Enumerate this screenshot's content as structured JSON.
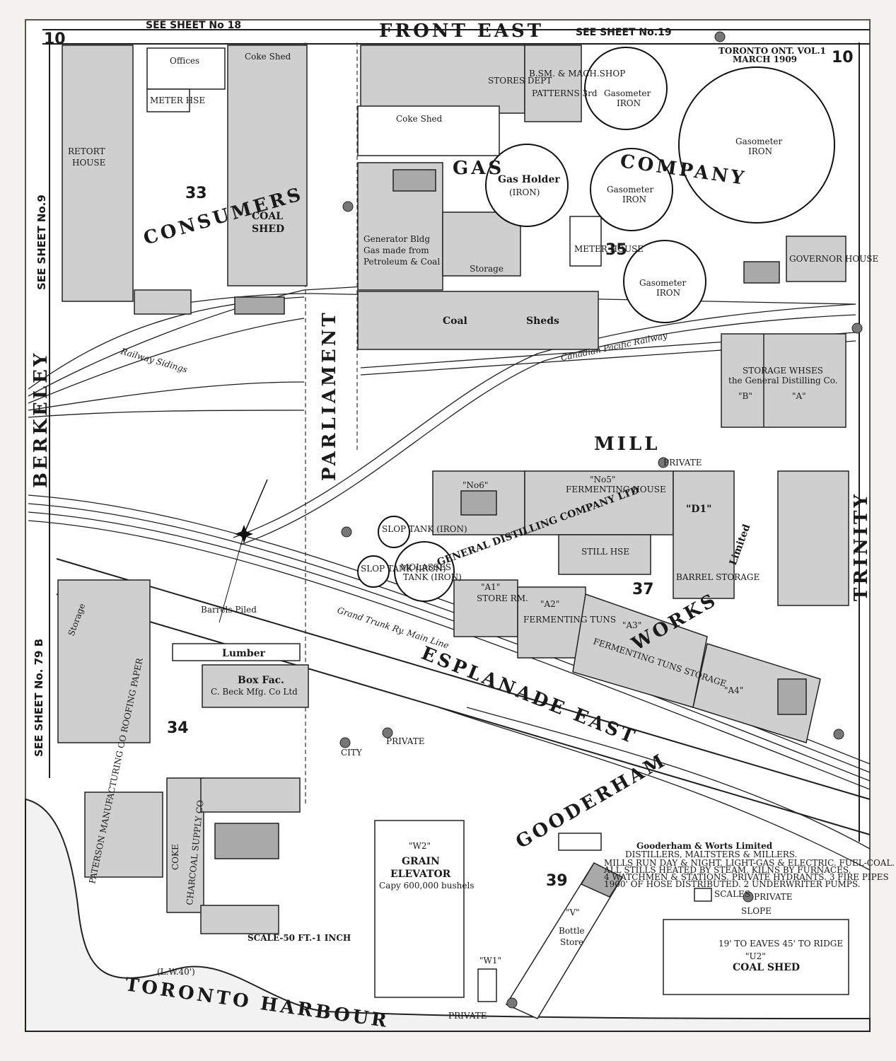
{
  "sheet": {
    "number_left": "10",
    "number_right": "10",
    "see_sheet_top_left": "SEE SHEET No 18",
    "see_sheet_top_right": "SEE SHEET No.19",
    "see_sheet_left": "SEE SHEET No.9",
    "see_sheet_bottom_left": "SEE SHEET No. 79 B",
    "edition_line1": "TORONTO ONT. VOL.1",
    "edition_line2": "MARCH 1909",
    "scale": "SCALE-50 FT.-1 INCH"
  },
  "streets": {
    "front_east": "FRONT EAST",
    "berkeley": "BERKELEY",
    "parliament": "PARLIAMENT",
    "esplanade_east": "ESPLANADE EAST",
    "gooderham": "GOODERHAM",
    "mill": "MILL",
    "trinity": "TRINITY",
    "toronto_harbour": "TORONTO HARBOUR",
    "lw": "(L.W.40')"
  },
  "railways": {
    "railway_sidings": "Railway Sidings",
    "cpr": "Canadian Pacific Railway",
    "gtr": "Grand Trunk Ry. Main Line"
  },
  "blocks": {
    "b33": "33",
    "b34": "34",
    "b35": "35",
    "b37": "37",
    "b39": "39"
  },
  "company": {
    "consumers": "CONSUMERS",
    "gas": "GAS",
    "company": "COMPANY",
    "general_distilling": "GENERAL DISTILLING COMPANY LTD",
    "works": "WORKS",
    "limited": "Limited"
  },
  "buildings": {
    "retort_line1": "RETORT",
    "retort_line2": "HOUSE",
    "coke_shed": "Coke Shed",
    "coal_shed_1": "COAL",
    "coal_shed_2": "SHED",
    "offices": "Offices",
    "meter_hse": "METER HSE",
    "stores_dept": "STORES DEPT",
    "bsm": "B.SM. & MACH.SHOP",
    "patterns": "PATTERNS 3rd",
    "gas_holder_1": "Gas Holder",
    "gas_holder_2": "(IRON)",
    "gasometer": "Gasometer",
    "iron": "IRON",
    "generator_1": "Generator Bldg",
    "generator_2": "Gas made from",
    "generator_3": "Petroleum & Coal",
    "coal_sheds_1": "Coal",
    "coal_sheds_2": "Sheds",
    "storage": "Storage",
    "meter_house": "METER HOUSE",
    "governor_house": "GOVERNOR HOUSE",
    "storage_whses_1": "STORAGE WHSES",
    "storage_whses_2": "the General Distilling Co.",
    "whse_b": "\"B\"",
    "whse_a": "\"A\"",
    "no6": "\"No6\"",
    "no5": "\"No5\"",
    "fermenting_house": "FERMENTING HOUSE",
    "d1": "\"D1\"",
    "barrel_storage": "BARREL STORAGE",
    "slop_tank": "SLOP TANK (IRON)",
    "molasses_1": "MOLASSES",
    "molasses_2": "TANK (IRON)",
    "a1": "\"A1\"",
    "a2": "\"A2\"",
    "a3": "\"A3\"",
    "a4": "\"A4\"",
    "store_rm": "STORE RM.",
    "fermenting_tuns": "FERMENTING TUNS",
    "fermenting_tuns_storage": "FERMENTING TUNS STORAGE",
    "still_hse": "STILL HSE",
    "storage_bldg": "Storage",
    "lumber": "Lumber",
    "box_fac_1": "Box Fac.",
    "box_fac_2": "C. Beck Mfg. Co Ltd",
    "paterson": "PATERSON MANUFACTURING CO ROOFING PAPER",
    "charcoal": "CHARCOAL SUPPLY CO",
    "coke_label": "COKE",
    "grain_1": "\"W2\"",
    "grain_2": "GRAIN",
    "grain_3": "ELEVATOR",
    "grain_4": "Capy 600,000 bushels",
    "bottle_v": "\"V\"",
    "bottle_1": "Bottle",
    "bottle_2": "Store",
    "coal_shed_u2_1": "\"U2\"",
    "coal_shed_u2_2": "COAL SHED",
    "coal_shed_u2_3": "19' TO EAVES 45' TO RIDGE",
    "slope": "SLOPE",
    "w1": "\"W1\""
  },
  "notes": {
    "gooderham_1": "Gooderham & Worts Limited",
    "gooderham_2": "DISTILLERS, MALTSTERS & MILLERS.",
    "gooderham_3": "MILLS RUN DAY & NIGHT. LIGHT-GAS & ELECTRIC. FUEL-COAL.",
    "gooderham_4": "ALL STILLS HEATED BY STEAM. KILNS BY FURNACES.",
    "gooderham_5": "4 WATCHMEN & STATIONS. PRIVATE HYDRANTS. 3 FIRE PIPES",
    "gooderham_6": "1900' OF HOSE DISTRIBUTED. 2 UNDERWRITER PUMPS.",
    "private": "PRIVATE",
    "city": "CITY",
    "barrels_piled": "Barrels Piled",
    "scales": "SCALES"
  }
}
